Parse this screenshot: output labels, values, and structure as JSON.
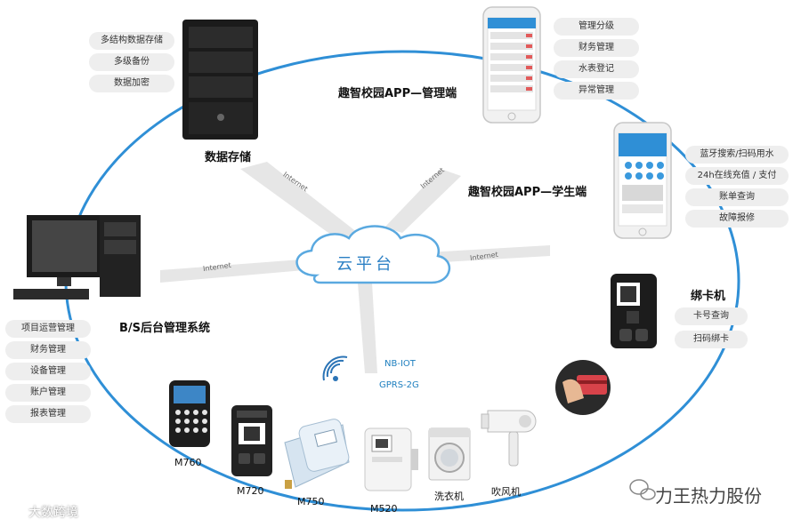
{
  "cloud_label": "云平台",
  "nodes": {
    "data_storage": {
      "title": "数据存储",
      "features": [
        "多结构数据存储",
        "多级备份",
        "数据加密"
      ]
    },
    "admin_app": {
      "title": "趣智校园APP—管理端",
      "features": [
        "管理分级",
        "财务管理",
        "水表登记",
        "异常管理"
      ]
    },
    "student_app": {
      "title": "趣智校园APP—学生端",
      "features": [
        "蓝牙搜索/扫码用水",
        "24h在线充值 / 支付",
        "账单查询",
        "故障报修"
      ]
    },
    "card_binder": {
      "title": "绑卡机",
      "features": [
        "卡号查询",
        "扫码绑卡"
      ]
    },
    "bs_backend": {
      "title": "B/S后台管理系统",
      "features": [
        "项目运营管理",
        "财务管理",
        "设备管理",
        "账户管理",
        "报表管理"
      ]
    }
  },
  "internet_labels": [
    "Internet",
    "Internet",
    "Internet",
    "Internet"
  ],
  "network": {
    "nb_iot": "NB-IOT",
    "gprs": "GPRS-2G"
  },
  "devices": [
    "M760",
    "M720",
    "M750",
    "M520",
    "洗衣机",
    "吹风机"
  ],
  "watermarks": {
    "brand": "力王热力股份",
    "corner": "大数跨境"
  },
  "colors": {
    "ring": "#2f8fd6",
    "cloud_outline": "#5aa9e0",
    "cloud_text": "#2a7fc4",
    "pill_bg": "#eeeeee"
  },
  "icons": [
    "server-tower-icon",
    "phone-admin-icon",
    "phone-student-icon",
    "card-binder-icon",
    "desktop-pc-icon",
    "device-m760-icon",
    "device-m720-icon",
    "water-meter-m750-icon",
    "device-m520-icon",
    "washing-machine-icon",
    "hair-dryer-icon",
    "card-tap-icon",
    "wireless-signal-icon",
    "wechat-icon",
    "weibo-icon"
  ]
}
